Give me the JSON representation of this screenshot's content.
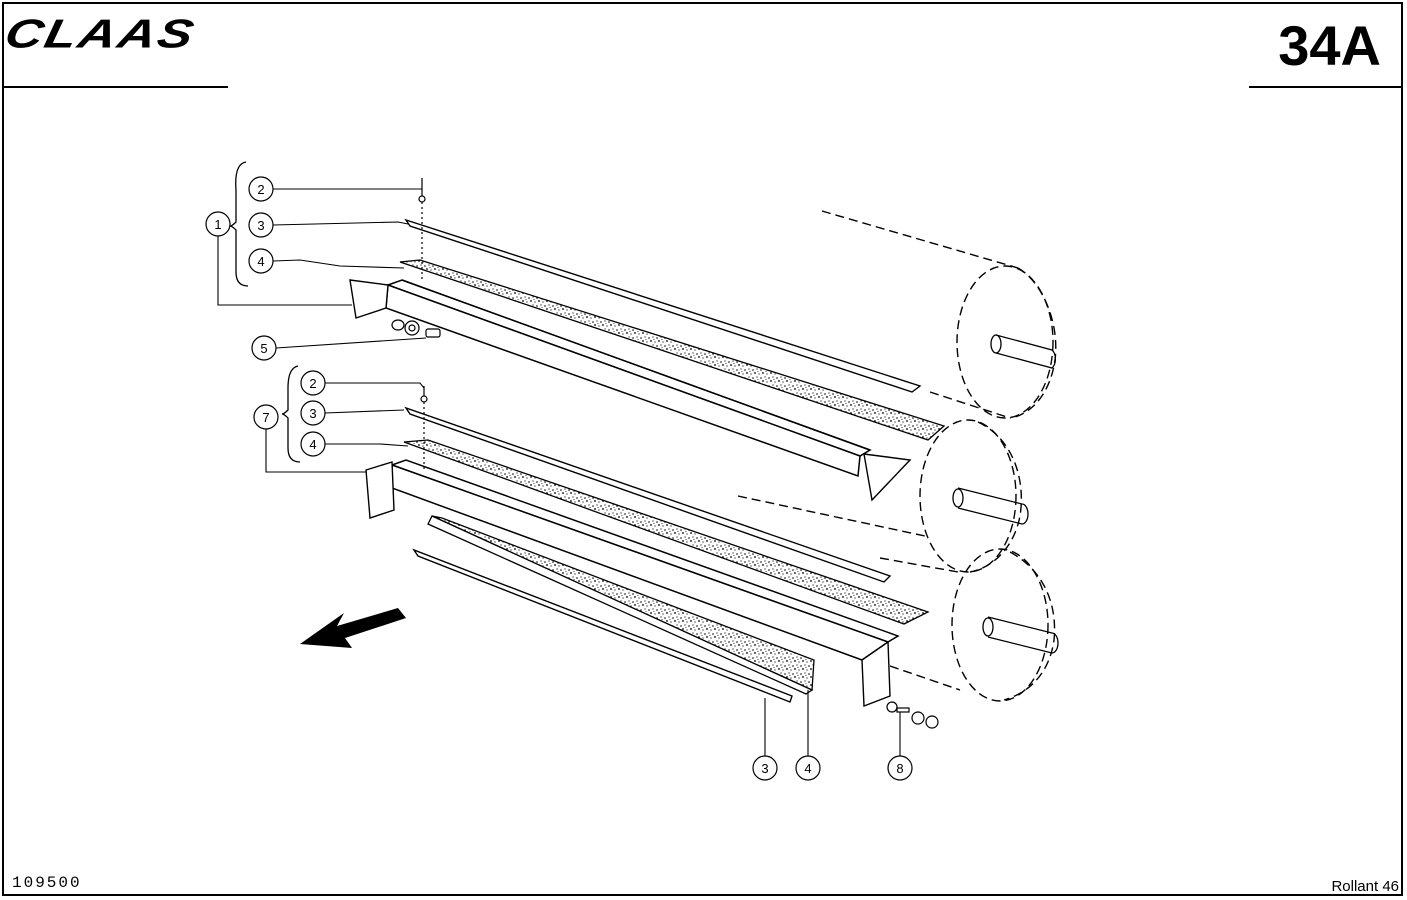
{
  "header": {
    "brand": "CLAAS",
    "page_number": "34A"
  },
  "footer": {
    "document_number": "109500",
    "model": "Rollant 46"
  },
  "callouts": [
    {
      "id": "c1",
      "label": "1"
    },
    {
      "id": "c2a",
      "label": "2"
    },
    {
      "id": "c3a",
      "label": "3"
    },
    {
      "id": "c4a",
      "label": "4"
    },
    {
      "id": "c5",
      "label": "5"
    },
    {
      "id": "c2b",
      "label": "2"
    },
    {
      "id": "c3b",
      "label": "3"
    },
    {
      "id": "c4b",
      "label": "4"
    },
    {
      "id": "c7",
      "label": "7"
    },
    {
      "id": "c3c",
      "label": "3"
    },
    {
      "id": "c4c",
      "label": "4"
    },
    {
      "id": "c8",
      "label": "8"
    }
  ],
  "icons": [
    "direction-arrow-icon"
  ]
}
